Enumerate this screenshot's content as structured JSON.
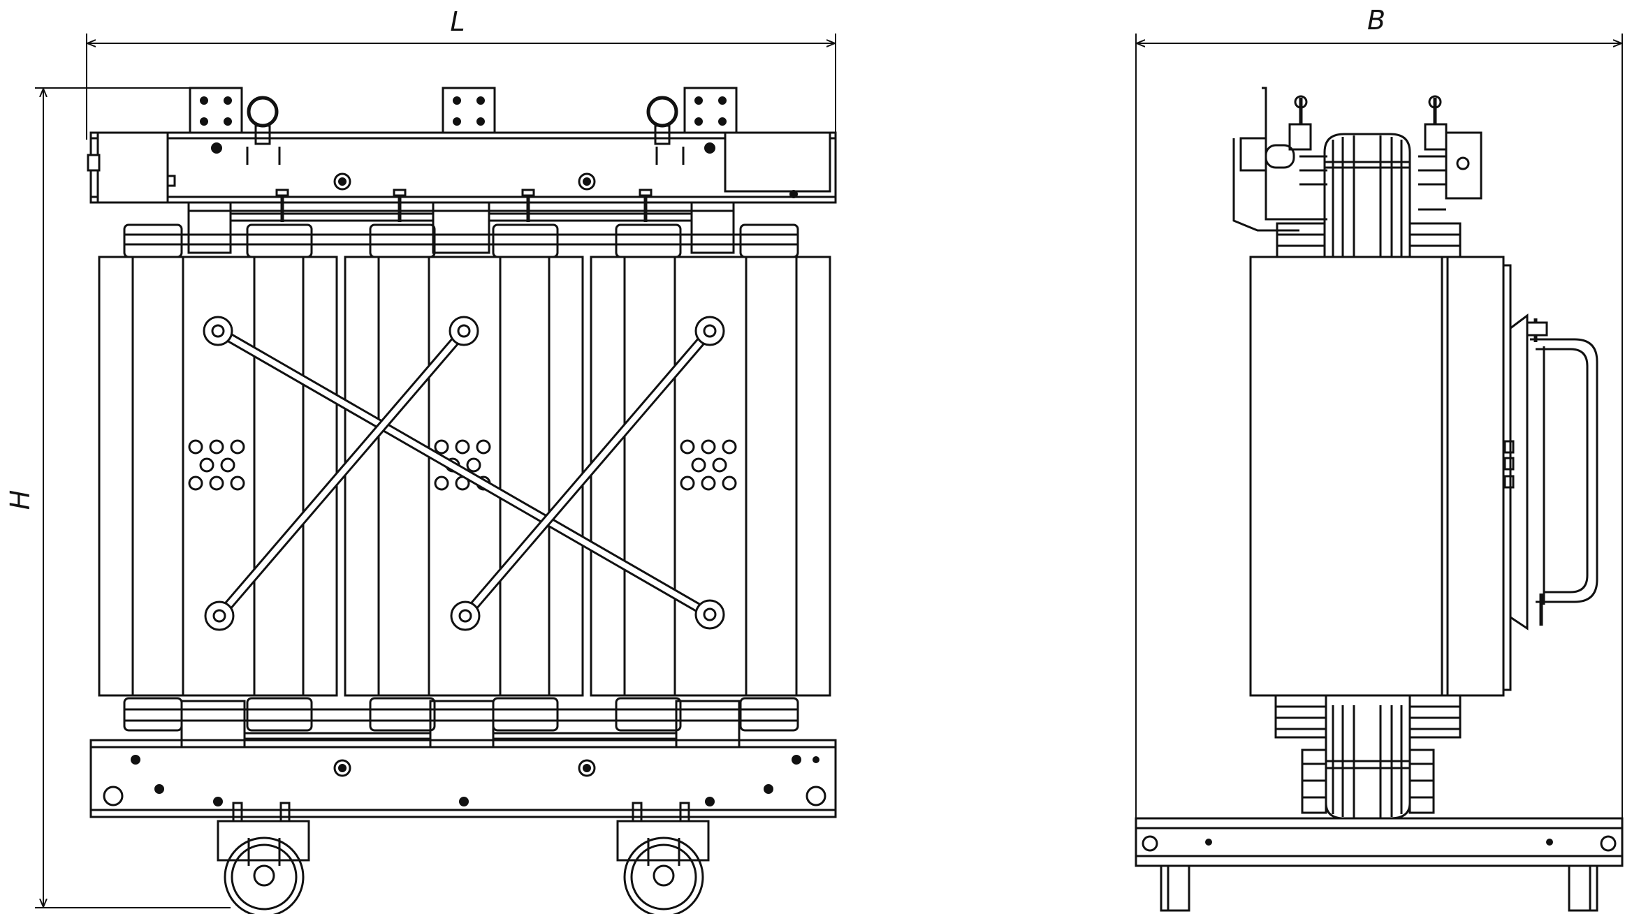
{
  "dimensions": {
    "length_label": "L",
    "height_label": "H",
    "width_label": "B"
  },
  "colors": {
    "line": "#111111",
    "background": "#ffffff"
  }
}
